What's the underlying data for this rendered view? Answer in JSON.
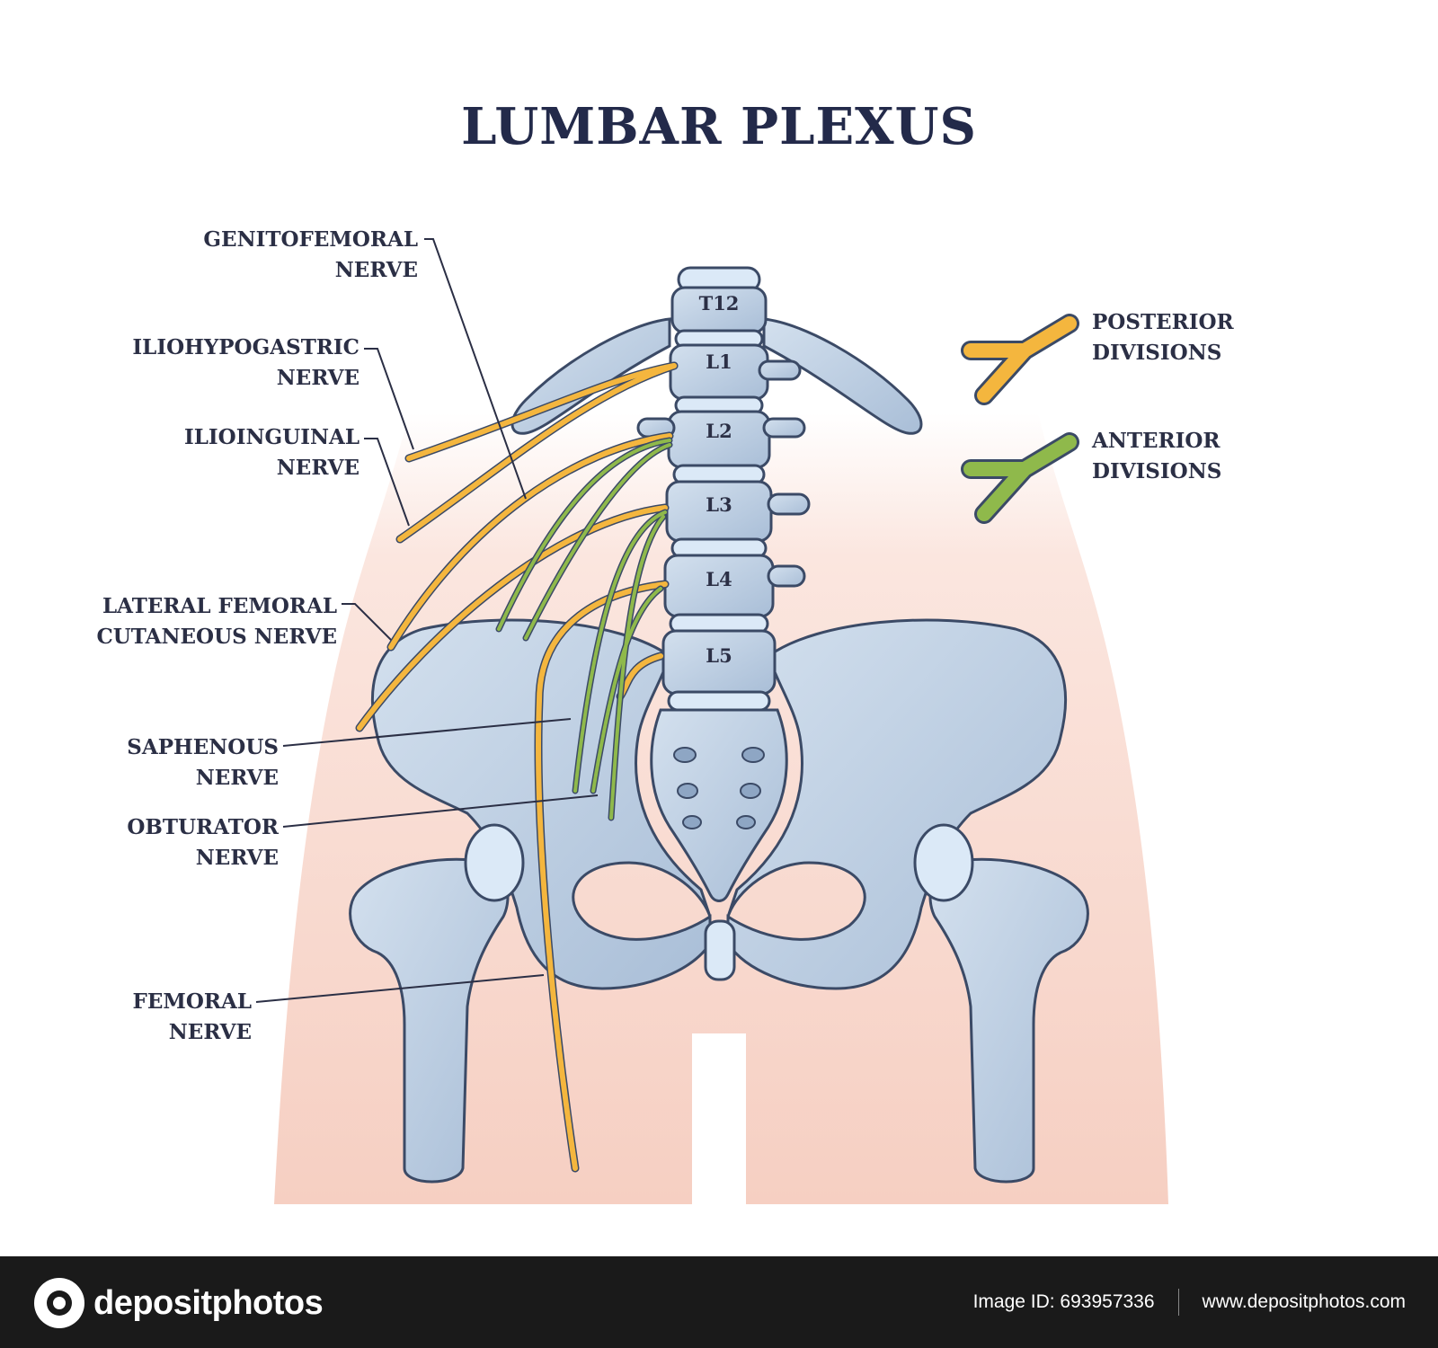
{
  "title": "LUMBAR PLEXUS",
  "vertebrae": [
    "T12",
    "L1",
    "L2",
    "L3",
    "L4",
    "L5"
  ],
  "labels": {
    "genitofemoral": [
      "GENITOFEMORAL",
      "NERVE"
    ],
    "iliohypogastric": [
      "ILIOHYPOGASTRIC",
      "NERVE"
    ],
    "ilioinguinal": [
      "ILIOINGUINAL",
      "NERVE"
    ],
    "lateral_femoral": [
      "LATERAL FEMORAL",
      "CUTANEOUS NERVE"
    ],
    "saphenous": [
      "SAPHENOUS",
      "NERVE"
    ],
    "obturator": [
      "OBTURATOR",
      "NERVE"
    ],
    "femoral": [
      "FEMORAL",
      "NERVE"
    ]
  },
  "legend": {
    "posterior": [
      "POSTERIOR",
      "DIVISIONS"
    ],
    "anterior": [
      "ANTERIOR",
      "DIVISIONS"
    ],
    "posterior_color": "#f4b63e",
    "anterior_color": "#8fb94b"
  },
  "colors": {
    "bone": "#b9cbe0",
    "bone_outline": "#3b4a66",
    "disc": "#dbe9f7",
    "skin": "#f7d6cc",
    "posterior": "#f4b63e",
    "anterior": "#8fb94b",
    "text": "#2b2f45"
  },
  "footer": {
    "brand": "depositphotos",
    "image_id": "Image ID: 693957336",
    "url": "www.depositphotos.com"
  }
}
